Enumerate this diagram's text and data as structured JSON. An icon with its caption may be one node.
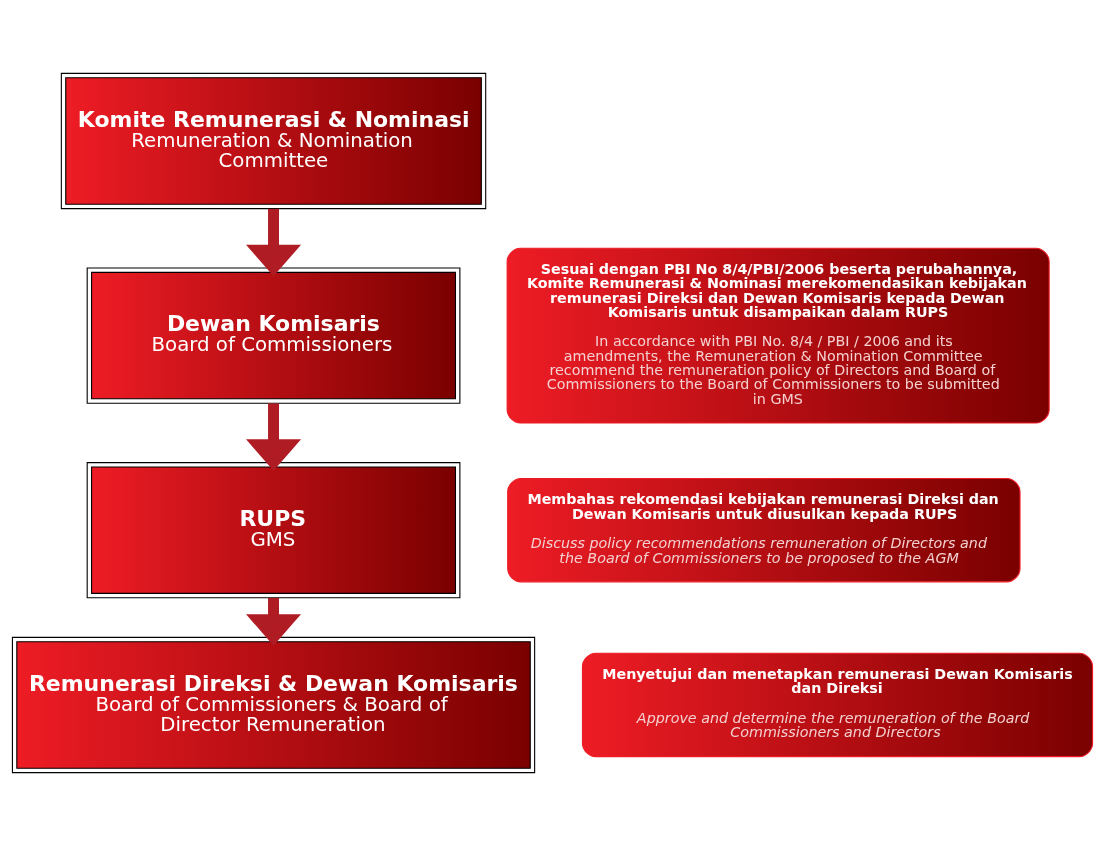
{
  "diagram": {
    "nodes": [
      {
        "text": [
          "Komite Remunerasi & Nominasi",
          "Remuneration & Nomination Committee"
        ]
      },
      {
        "text": [
          "Dewan Komisaris",
          "Board of Commissioners"
        ]
      },
      {
        "text": [
          "RUPS",
          "GMS"
        ]
      },
      {
        "text": [
          "Remunerasi Direksi & Dewan Komisaris",
          "Board of Commissioners & Board of Director Remuneration"
        ]
      },
      {
        "text": [
          "Sesuai dengan PBI No 8/4/PBI/2006 beserta perubahannya, Komite Remunerasi & Nominasi merekomendasikan kebijakan remunerasi Direksi dan Dewan Komisaris kepada Dewan Komisaris untuk disampaikan dalam RUPS",
          "In accordance with PBI No. 8/4 / PBI / 2006 and its amendments, the Remuneration & Nomination Committee recommend the remuneration policy of Directors and Board of Commissioners to the Board of Commissioners to be submitted in GMS"
        ]
      },
      {
        "text": [
          "Membahas rekomendasi kebijakan remunerasi Direksi dan Dewan Komisaris untuk diusulkan kepada RUPS",
          "Discuss policy recommendations remuneration of Directors and the Board of Commissioners to be proposed to the AGM"
        ]
      },
      {
        "text": [
          "Menyetujui dan menetapkan remunerasi Dewan Komisaris dan Direksi",
          "Approve and determine the remuneration of the Board Commissioners and Directors"
        ]
      }
    ],
    "edges": [
      {
        "from": 0,
        "to": 1,
        "arrow": "to"
      },
      {
        "from": 1,
        "to": 2,
        "arrow": "to"
      },
      {
        "from": 2,
        "to": 3,
        "arrow": "to"
      }
    ]
  }
}
